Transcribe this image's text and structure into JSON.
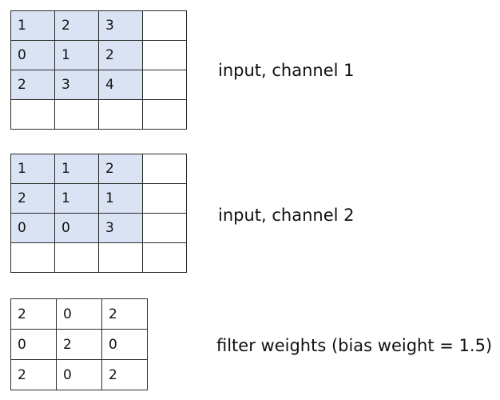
{
  "input_channel_1": {
    "caption": "input, channel 1",
    "rows": [
      [
        "1",
        "2",
        "3",
        ""
      ],
      [
        "0",
        "1",
        "2",
        ""
      ],
      [
        "2",
        "3",
        "4",
        ""
      ],
      [
        "",
        "",
        "",
        ""
      ]
    ]
  },
  "input_channel_2": {
    "caption": "input, channel 2",
    "rows": [
      [
        "1",
        "1",
        "2",
        ""
      ],
      [
        "2",
        "1",
        "1",
        ""
      ],
      [
        "0",
        "0",
        "3",
        ""
      ],
      [
        "",
        "",
        "",
        ""
      ]
    ]
  },
  "filter": {
    "caption": "filter weights (bias weight = 1.5)",
    "rows": [
      [
        "2",
        "0",
        "2"
      ],
      [
        "0",
        "2",
        "0"
      ],
      [
        "2",
        "0",
        "2"
      ]
    ]
  },
  "colors": {
    "highlight": "#dae3f3",
    "border": "#2b2b2b",
    "text": "#111111"
  }
}
